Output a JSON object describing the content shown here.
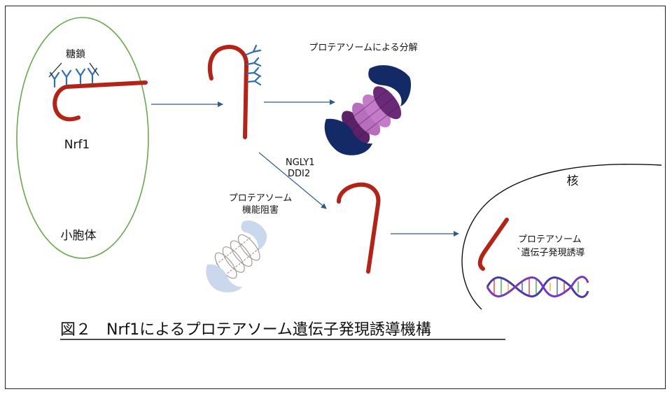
{
  "labels": {
    "sugar_chain": "糖鎖",
    "protein": "Nrf1",
    "organelle": "小胞体",
    "degradation": "プロテアソームによる分解",
    "enzyme1": "NGLY1",
    "enzyme2": "DDI2",
    "inhibition_line1": "プロテアソーム",
    "inhibition_line2": "機能阻害",
    "nucleus": "核",
    "induction_line1": "プロテアソーム",
    "induction_line2": "`遺伝子発現誘導",
    "caption": "図２　Nrf1によるプロテアソーム遺伝子発現誘導機構"
  },
  "colors": {
    "protein": "#b22418",
    "sugar": "#2f6fad",
    "organelle_outline": "#6aa84f",
    "arrow": "#2e5d87",
    "proteasome_cap": "#142a66",
    "proteasome_core_dark": "#6a2a78",
    "proteasome_core_light": "#c47cc8"
  }
}
